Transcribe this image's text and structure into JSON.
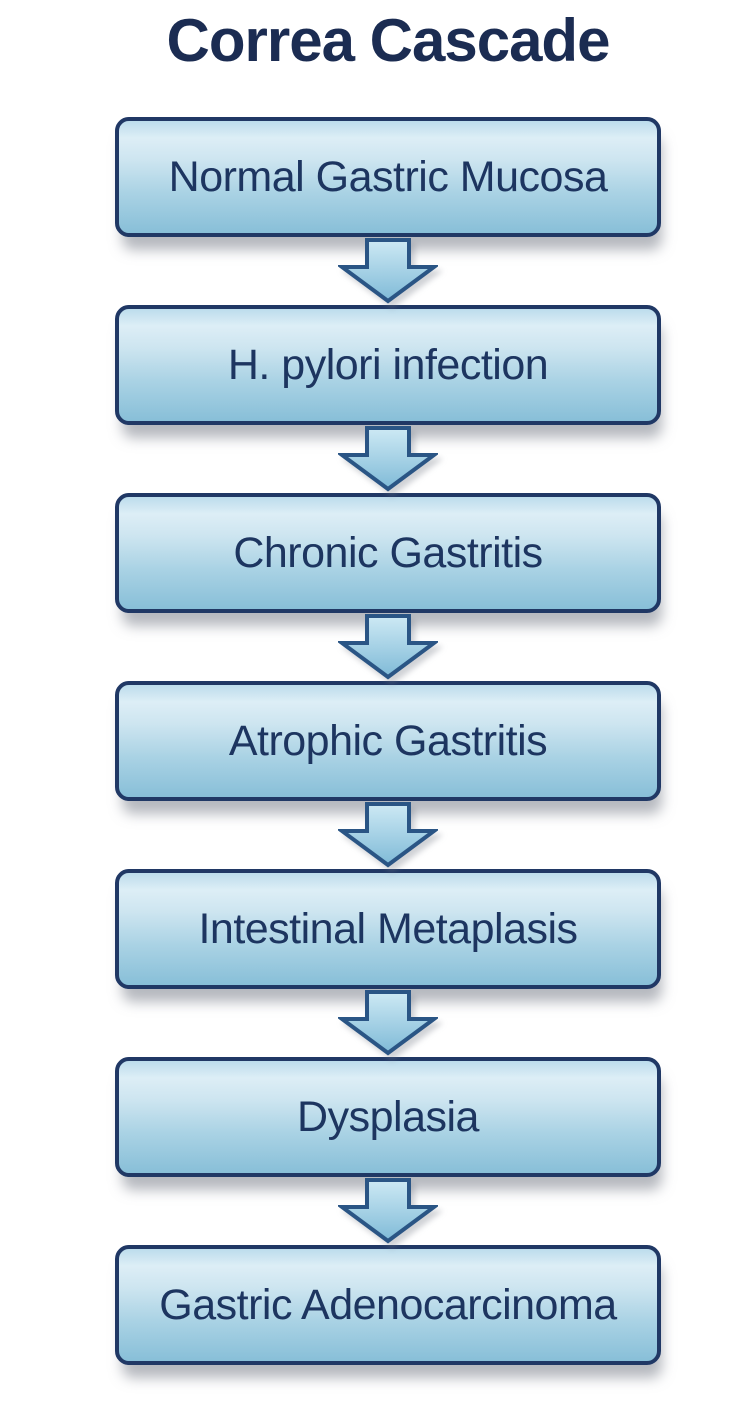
{
  "title": "Correa Cascade",
  "diagram": {
    "type": "flowchart",
    "direction": "top-to-bottom",
    "connector": "down-block-arrow",
    "steps": [
      {
        "label": "Normal Gastric Mucosa"
      },
      {
        "label": "H. pylori infection"
      },
      {
        "label": "Chronic Gastritis"
      },
      {
        "label": "Atrophic Gastritis"
      },
      {
        "label": "Intestinal Metaplasis"
      },
      {
        "label": "Dysplasia"
      },
      {
        "label": "Gastric Adenocarcinoma"
      }
    ]
  },
  "colors": {
    "background": "#ffffff",
    "title_text": "#1b2c52",
    "box_border": "#203865",
    "box_text": "#1d3560",
    "box_fill_top": "#bcdcec",
    "box_fill_light": "#ddeef6",
    "box_fill_bottom": "#88bfd8",
    "arrow_border": "#2a5585",
    "arrow_fill_top": "#cde9f4",
    "arrow_fill_bottom": "#7fbad7"
  }
}
